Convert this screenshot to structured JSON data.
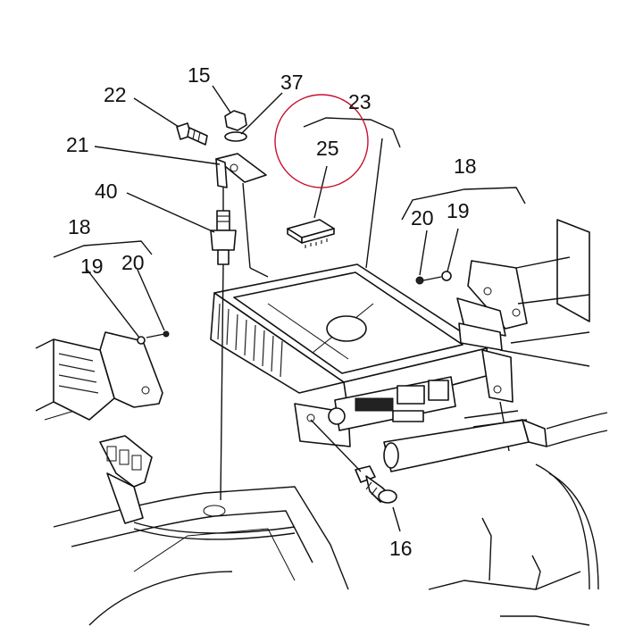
{
  "diagram": {
    "highlight_color": "#c8102e",
    "line_color": "#111111",
    "callouts": {
      "c15": "15",
      "c37": "37",
      "c22": "22",
      "c23": "23",
      "c21": "21",
      "c25": "25",
      "c18_right": "18",
      "c40": "40",
      "c20_right": "20",
      "c19_right": "19",
      "c18_left": "18",
      "c19_left": "19",
      "c20_left": "20",
      "c16": "16"
    }
  }
}
